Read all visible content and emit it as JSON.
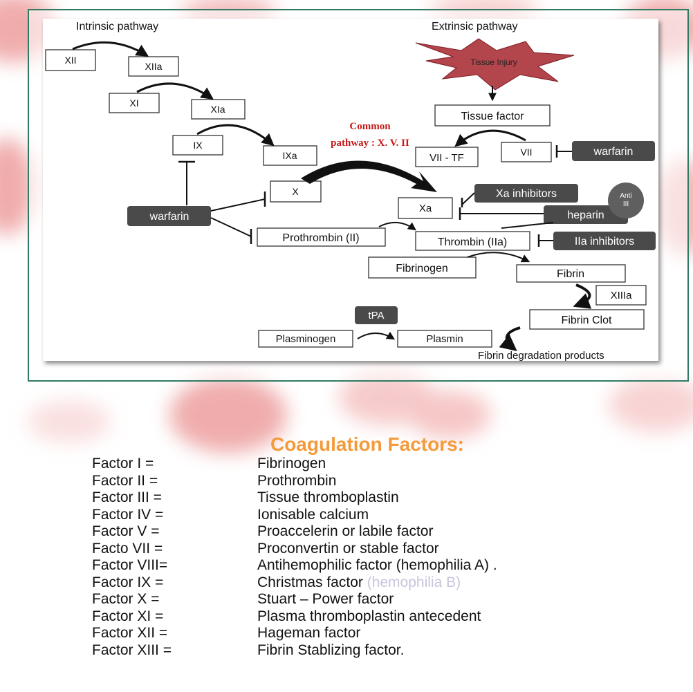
{
  "diagram": {
    "intrinsic_title": "Intrinsic pathway",
    "extrinsic_title": "Extrinsic pathway",
    "common_line1": "Common",
    "common_line2": "pathway : X. V. II",
    "tissue_injury": "Tissue Injury",
    "tissue_factor": "Tissue factor",
    "f_xii": "XII",
    "f_xiia": "XIIa",
    "f_xi": "XI",
    "f_xia": "XIa",
    "f_ix": "IX",
    "f_ixa": "IXa",
    "f_x": "X",
    "f_xa": "Xa",
    "f_vii_tf": "VII - TF",
    "f_vii": "VII",
    "warfarin_right": "warfarin",
    "warfarin_left": "warfarin",
    "xa_inhibitors": "Xa inhibitors",
    "heparin": "heparin",
    "anti_iii_1": "Anti",
    "anti_iii_2": "III",
    "prothrombin": "Prothrombin (II)",
    "thrombin": "Thrombin (IIa)",
    "iia_inhibitors": "IIa inhibitors",
    "fibrinogen": "Fibrinogen",
    "fibrin": "Fibrin",
    "xiiia": "XIIIa",
    "fibrin_clot": "Fibrin Clot",
    "tpa": "tPA",
    "plasminogen": "Plasminogen",
    "plasmin": "Plasmin",
    "fdp": "Fibrin degradation products"
  },
  "factors": {
    "heading": "Coagulation Factors:",
    "rows": [
      {
        "key": "Factor  I  =",
        "value": "Fibrinogen",
        "note": ""
      },
      {
        "key": "Factor II =",
        "value": "Prothrombin",
        "note": ""
      },
      {
        "key": "Factor III =",
        "value": "Tissue thromboplastin",
        "note": ""
      },
      {
        "key": "Factor IV =",
        "value": "Ionisable calcium",
        "note": ""
      },
      {
        "key": "Factor V =",
        "value": "Proaccelerin or labile factor",
        "note": ""
      },
      {
        "key": "Facto VII =",
        "value": "Proconvertin or stable factor",
        "note": ""
      },
      {
        "key": "Factor VIII=",
        "value": "Antihemophilic factor (hemophilia   A) .",
        "note": ""
      },
      {
        "key": "Factor IX =",
        "value": "Christmas factor",
        "note": "(hemophilia B)"
      },
      {
        "key": "Factor X =",
        "value": "Stuart – Power factor",
        "note": ""
      },
      {
        "key": "Factor XI =",
        "value": "Plasma thromboplastin antecedent",
        "note": ""
      },
      {
        "key": "Factor XII =",
        "value": "Hageman factor",
        "note": ""
      },
      {
        "key": "Factor XIII =",
        "value": "Fibrin Stablizing factor.",
        "note": ""
      }
    ]
  }
}
